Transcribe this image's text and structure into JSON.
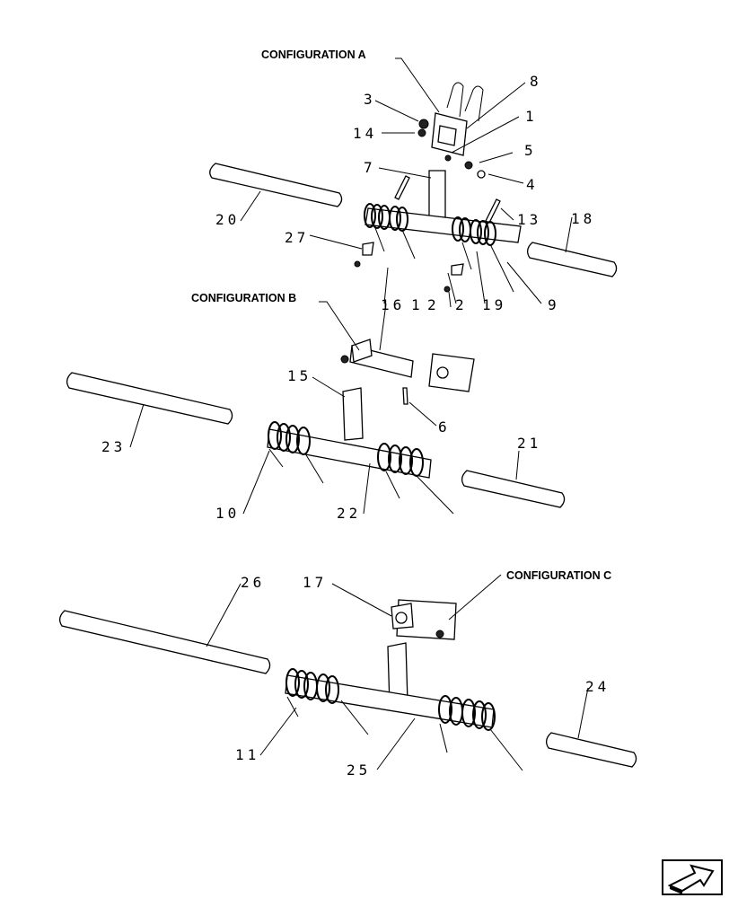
{
  "configurations": {
    "a": "CONFIGURATION A",
    "b": "CONFIGURATION B",
    "c": "CONFIGURATION C"
  },
  "callouts": {
    "c1": "1",
    "c2": "2",
    "c3": "3",
    "c4": "4",
    "c5": "5",
    "c6": "6",
    "c7": "7",
    "c8": "8",
    "c9": "9",
    "c10": "10",
    "c11": "11",
    "c13": "13",
    "c14": "14",
    "c15": "15",
    "c16": "16",
    "c17": "17",
    "c18": "18",
    "c19": "19",
    "c20": "20",
    "c21": "21",
    "c22": "22",
    "c23": "23",
    "c24": "24",
    "c25": "25",
    "c26": "26",
    "c27": "27"
  },
  "icons": {
    "navigation": "next-page-arrow-icon"
  }
}
